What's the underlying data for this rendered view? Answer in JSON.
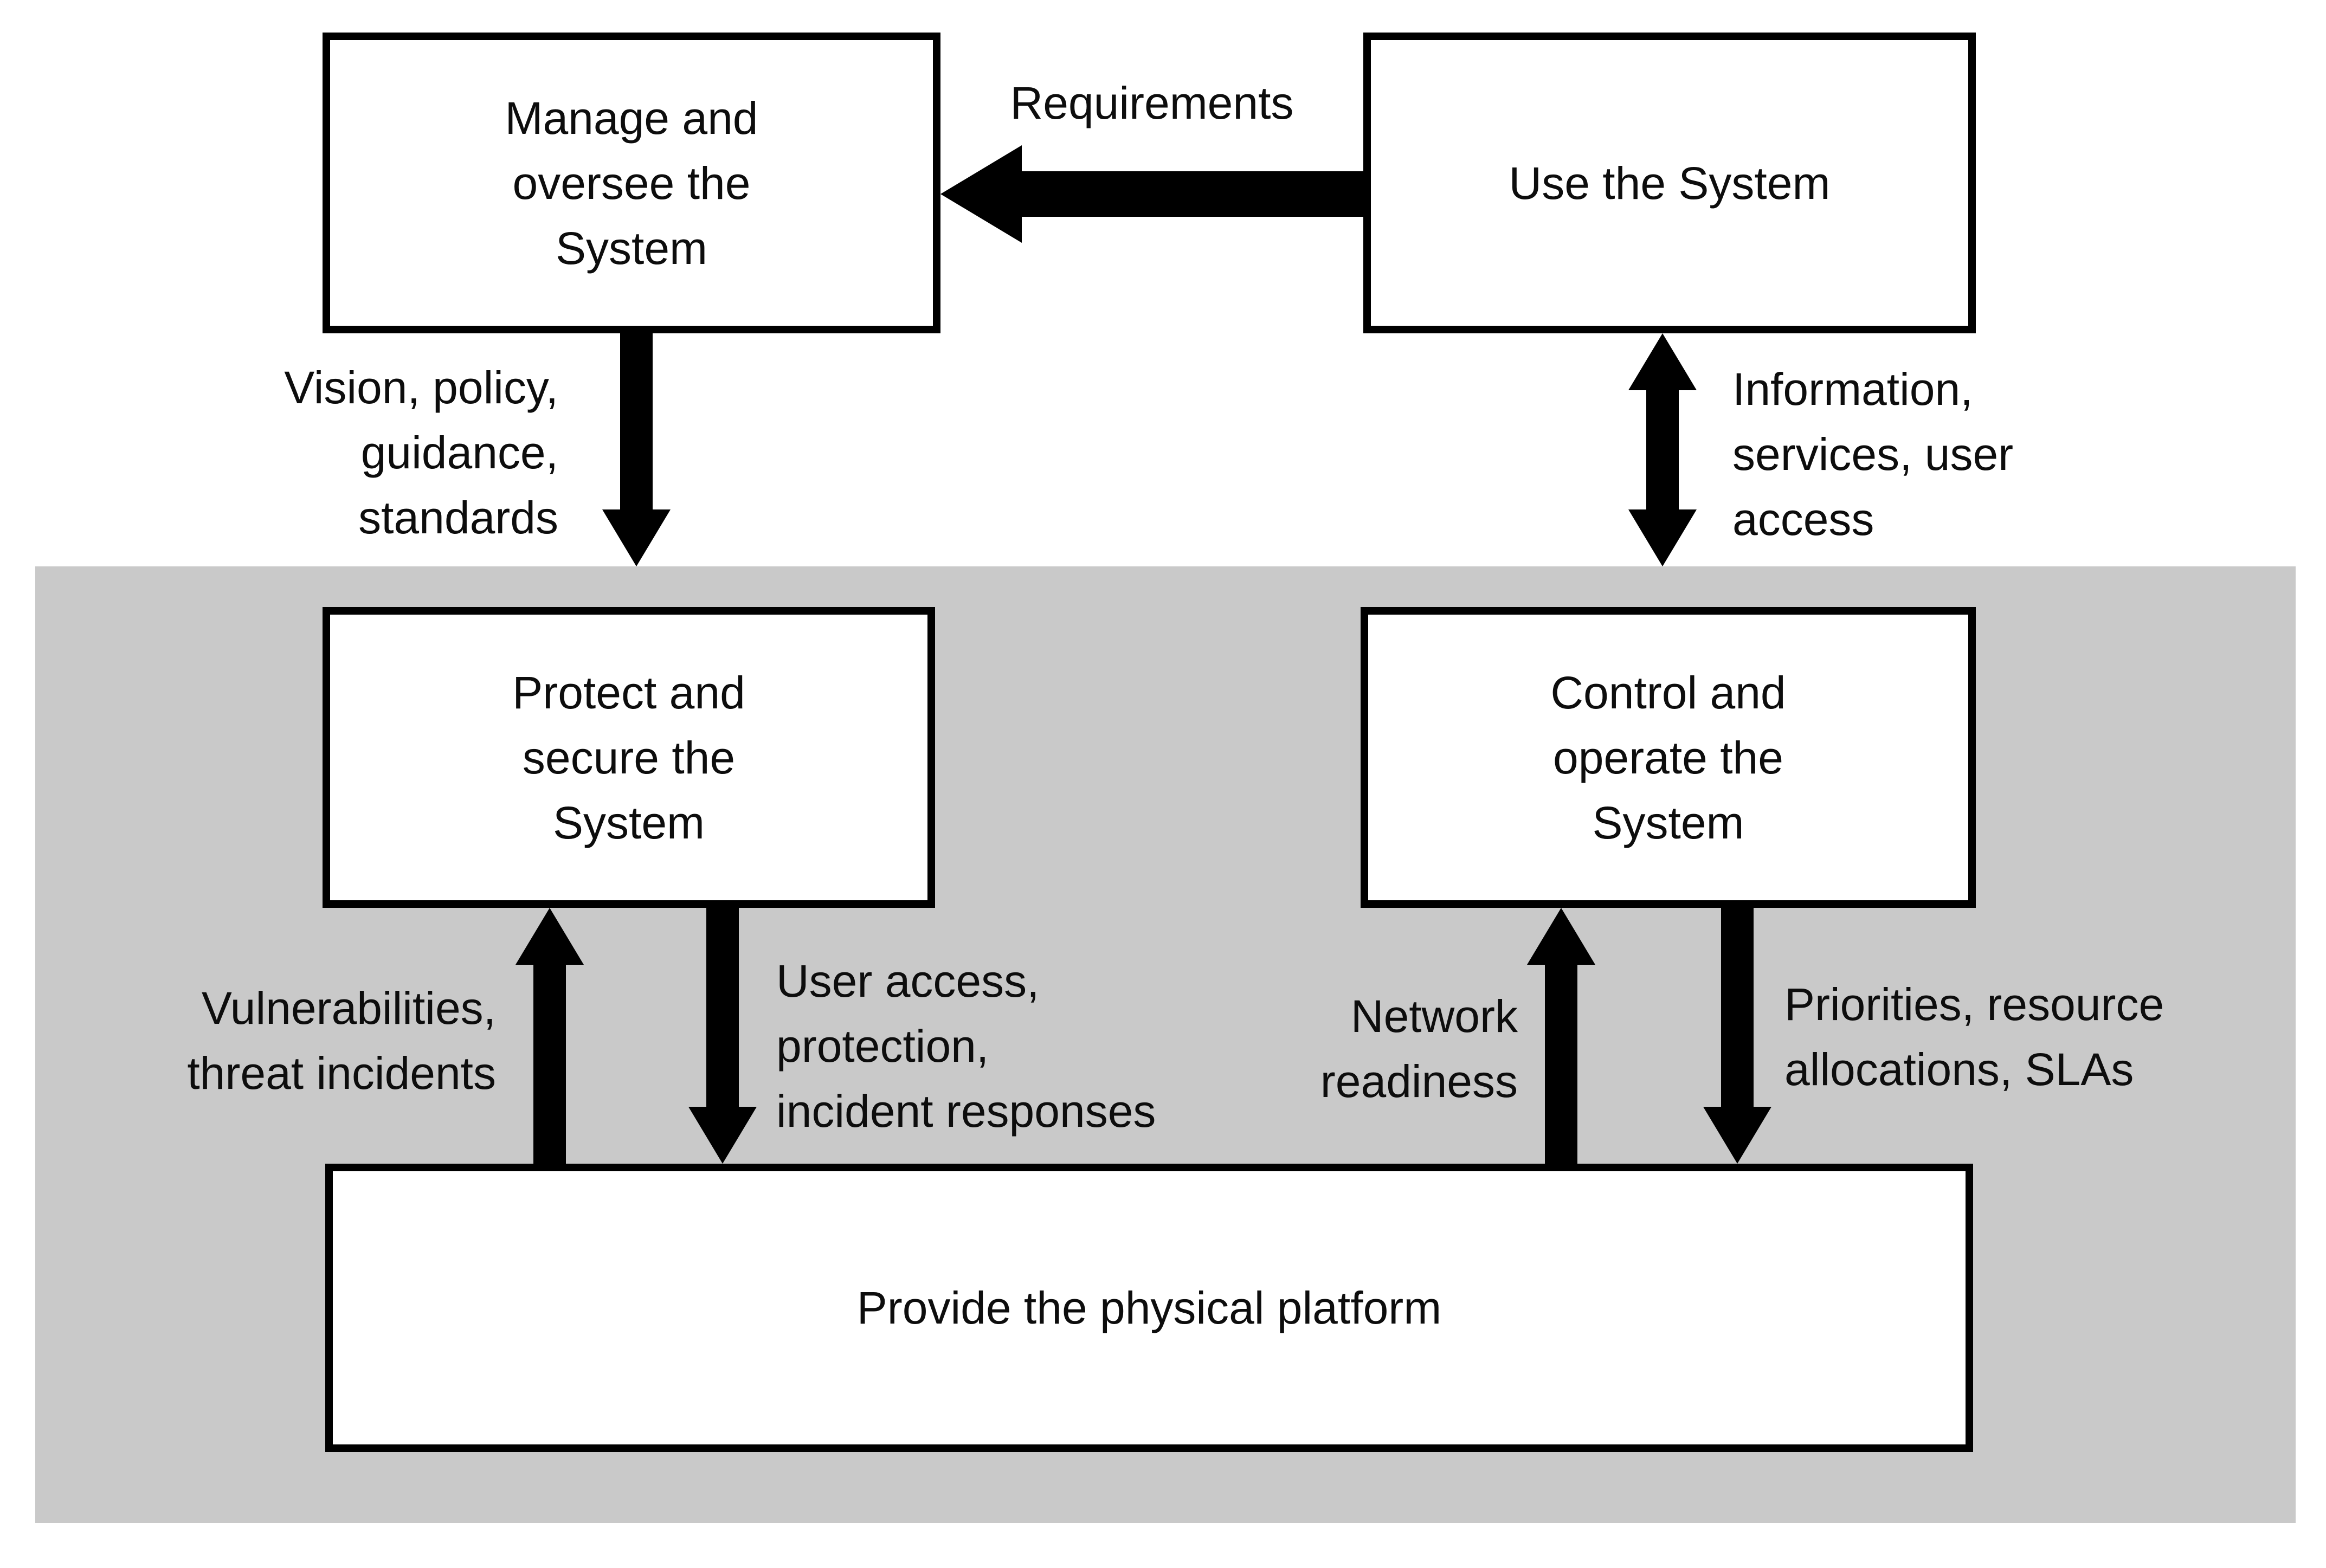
{
  "diagram": {
    "kind": "system-roles-flow-diagram",
    "colors": {
      "page_background": "#ffffff",
      "operations_layer_background": "#c9c9c9",
      "box_background": "#ffffff",
      "line": "#000000"
    },
    "boxes": {
      "manage": {
        "label": "Manage and\noversee the\nSystem"
      },
      "use": {
        "label": "Use the System"
      },
      "protect": {
        "label": "Protect and\nsecure the\nSystem"
      },
      "control": {
        "label": "Control and\noperate the\nSystem"
      },
      "platform": {
        "label": "Provide the physical platform"
      }
    },
    "flows": {
      "requirements": {
        "label": "Requirements",
        "direction": "left",
        "from": "use",
        "to": "manage"
      },
      "vision": {
        "label": "Vision, policy,\nguidance,\nstandards",
        "direction": "down",
        "from": "manage",
        "to": "operations-layer"
      },
      "information": {
        "label": "Information,\nservices, user\naccess",
        "direction": "both",
        "from": "use",
        "to": "operations-layer"
      },
      "vulnerabilities": {
        "label": "Vulnerabilities,\nthreat incidents",
        "direction": "up",
        "from": "platform",
        "to": "protect"
      },
      "user_access": {
        "label": "User access,\nprotection,\nincident responses",
        "direction": "down",
        "from": "protect",
        "to": "platform"
      },
      "network": {
        "label": "Network\nreadiness",
        "direction": "up",
        "from": "platform",
        "to": "control"
      },
      "priorities": {
        "label": "Priorities, resource\nallocations, SLAs",
        "direction": "down",
        "from": "control",
        "to": "platform"
      }
    }
  }
}
